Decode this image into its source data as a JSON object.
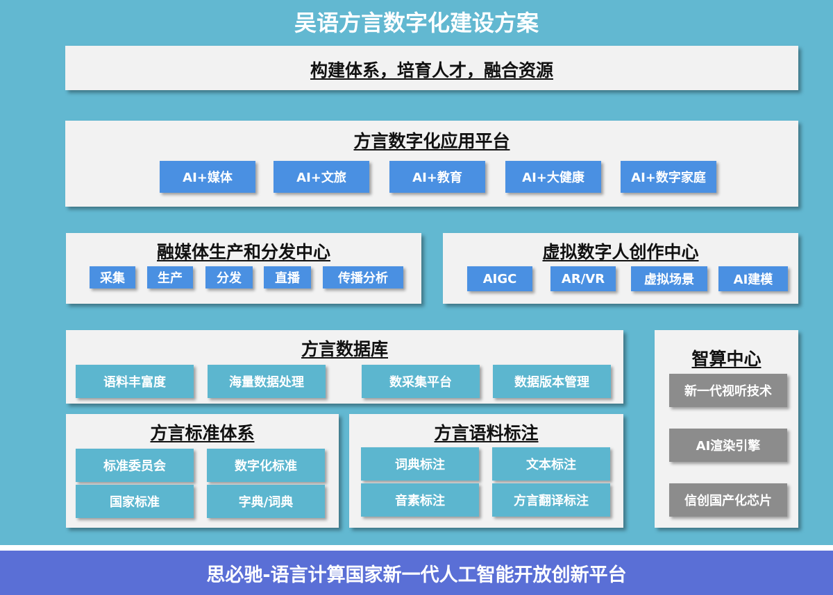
{
  "title": "吴语方言数字化建设方案",
  "banner": "构建体系，培育人才，融合资源",
  "app_platform": {
    "title": "方言数字化应用平台",
    "items": [
      "AI+媒体",
      "AI+文旅",
      "AI+教育",
      "AI+大健康",
      "AI+数字家庭"
    ]
  },
  "media_center": {
    "title": "融媒体生产和分发中心",
    "items": [
      "采集",
      "生产",
      "分发",
      "直播",
      "传播分析"
    ]
  },
  "virtual_center": {
    "title": "虚拟数字人创作中心",
    "items": [
      "AIGC",
      "AR/VR",
      "虚拟场景",
      "AI建模"
    ]
  },
  "database": {
    "title": "方言数据库",
    "items": [
      "语料丰富度",
      "海量数据处理",
      "数采集平台",
      "数据版本管理"
    ]
  },
  "standards": {
    "title": "方言标准体系",
    "items": [
      "标准委员会",
      "数字化标准",
      "国家标准",
      "字典/词典"
    ]
  },
  "annotation": {
    "title": "方言语料标注",
    "items": [
      "词典标注",
      "文本标注",
      "音素标注",
      "方言翻译标注"
    ]
  },
  "compute_center": {
    "title": "智算中心",
    "items": [
      "新一代视听技术",
      "AI渲染引擎",
      "信创国产化芯片"
    ]
  },
  "footer": "思必驰-语言计算国家新一代人工智能开放创新平台",
  "colors": {
    "background": "#62b8d1",
    "panel": "#f2f2f2",
    "blue_chip": "#4a90e2",
    "teal_chip": "#5cb6cf",
    "gray_chip": "#8c8c8c",
    "footer": "#5a6fd6"
  }
}
